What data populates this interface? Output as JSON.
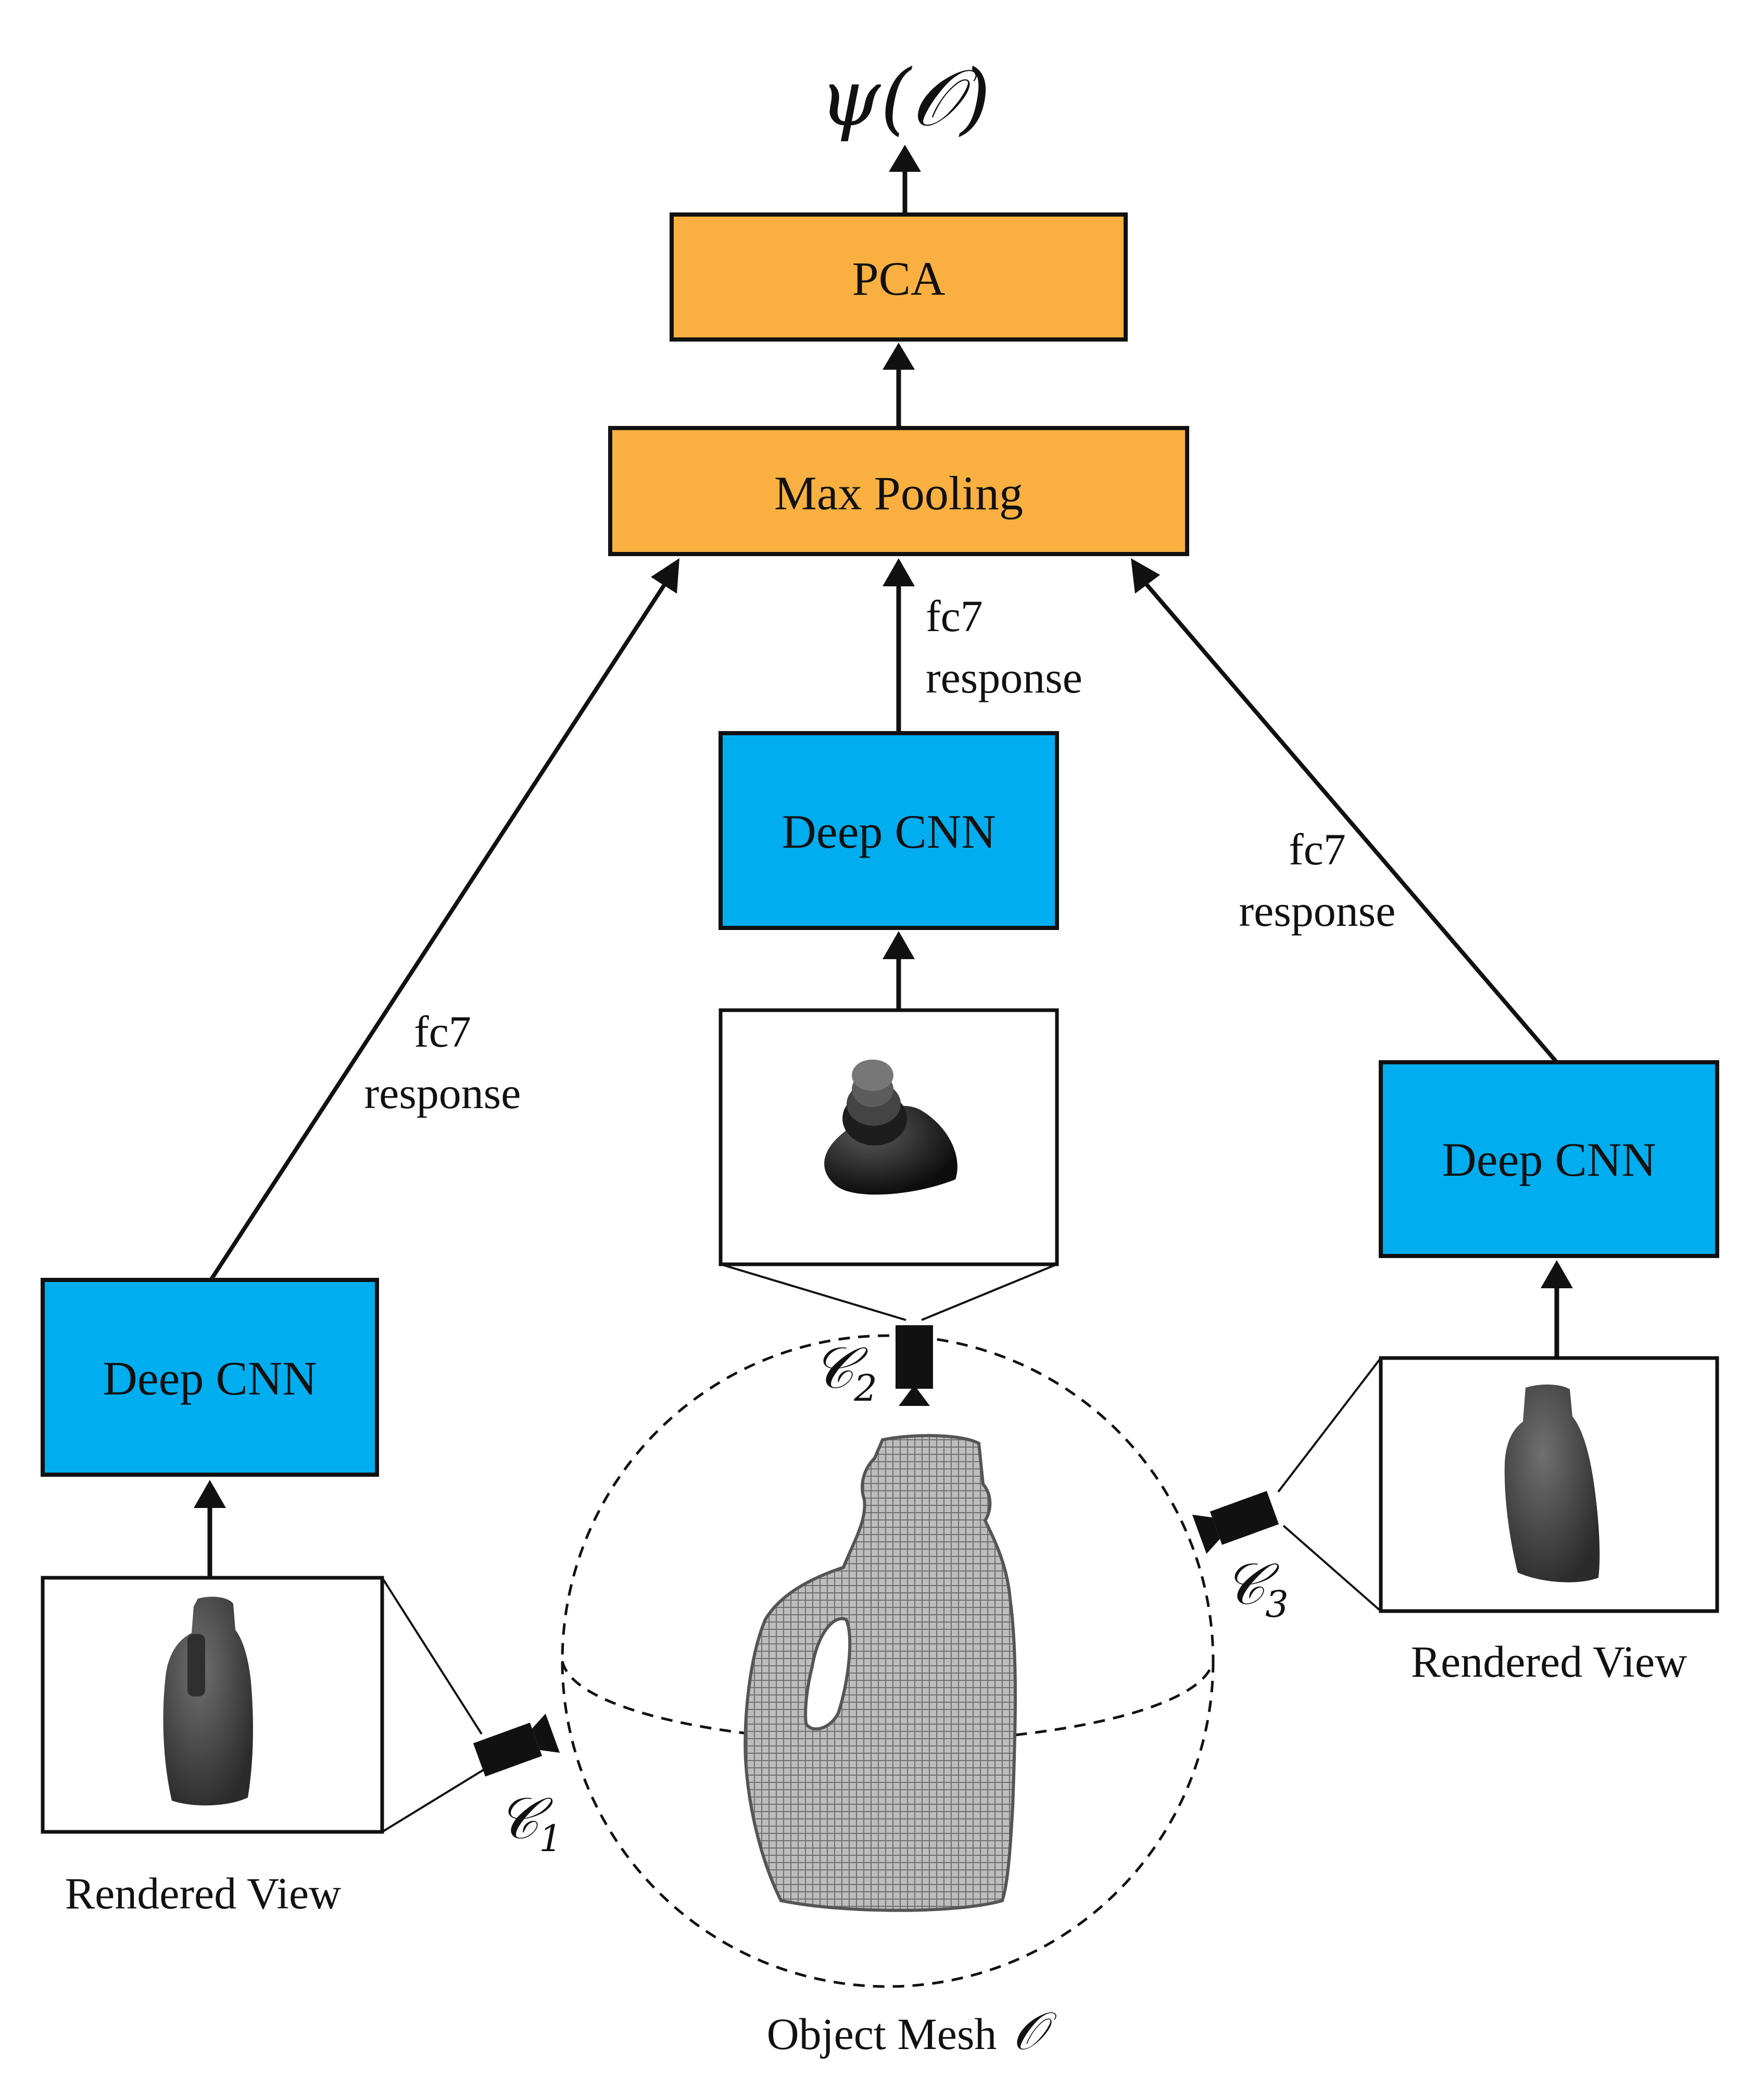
{
  "colors": {
    "orange": "#F9B040",
    "blue": "#00AEEF",
    "stroke": "#111111",
    "render_dark": "#3a3a3a"
  },
  "output_label": "ψ(𝒪)",
  "boxes": {
    "pca": "PCA",
    "max_pooling": "Max Pooling",
    "cnn_left": "Deep CNN",
    "cnn_center": "Deep CNN",
    "cnn_right": "Deep CNN"
  },
  "edges": {
    "left": {
      "line1": "fc7",
      "line2": "response"
    },
    "center": {
      "line1": "fc7",
      "line2": "response"
    },
    "right": {
      "line1": "fc7",
      "line2": "response"
    }
  },
  "cameras": {
    "c1": {
      "letter": "𝒞",
      "sub": "1"
    },
    "c2": {
      "letter": "𝒞",
      "sub": "2"
    },
    "c3": {
      "letter": "𝒞",
      "sub": "3"
    }
  },
  "rendered_view_left": "Rendered View",
  "rendered_view_right": "Rendered View",
  "object_mesh_label": "Object Mesh",
  "object_mesh_symbol": "𝒪"
}
